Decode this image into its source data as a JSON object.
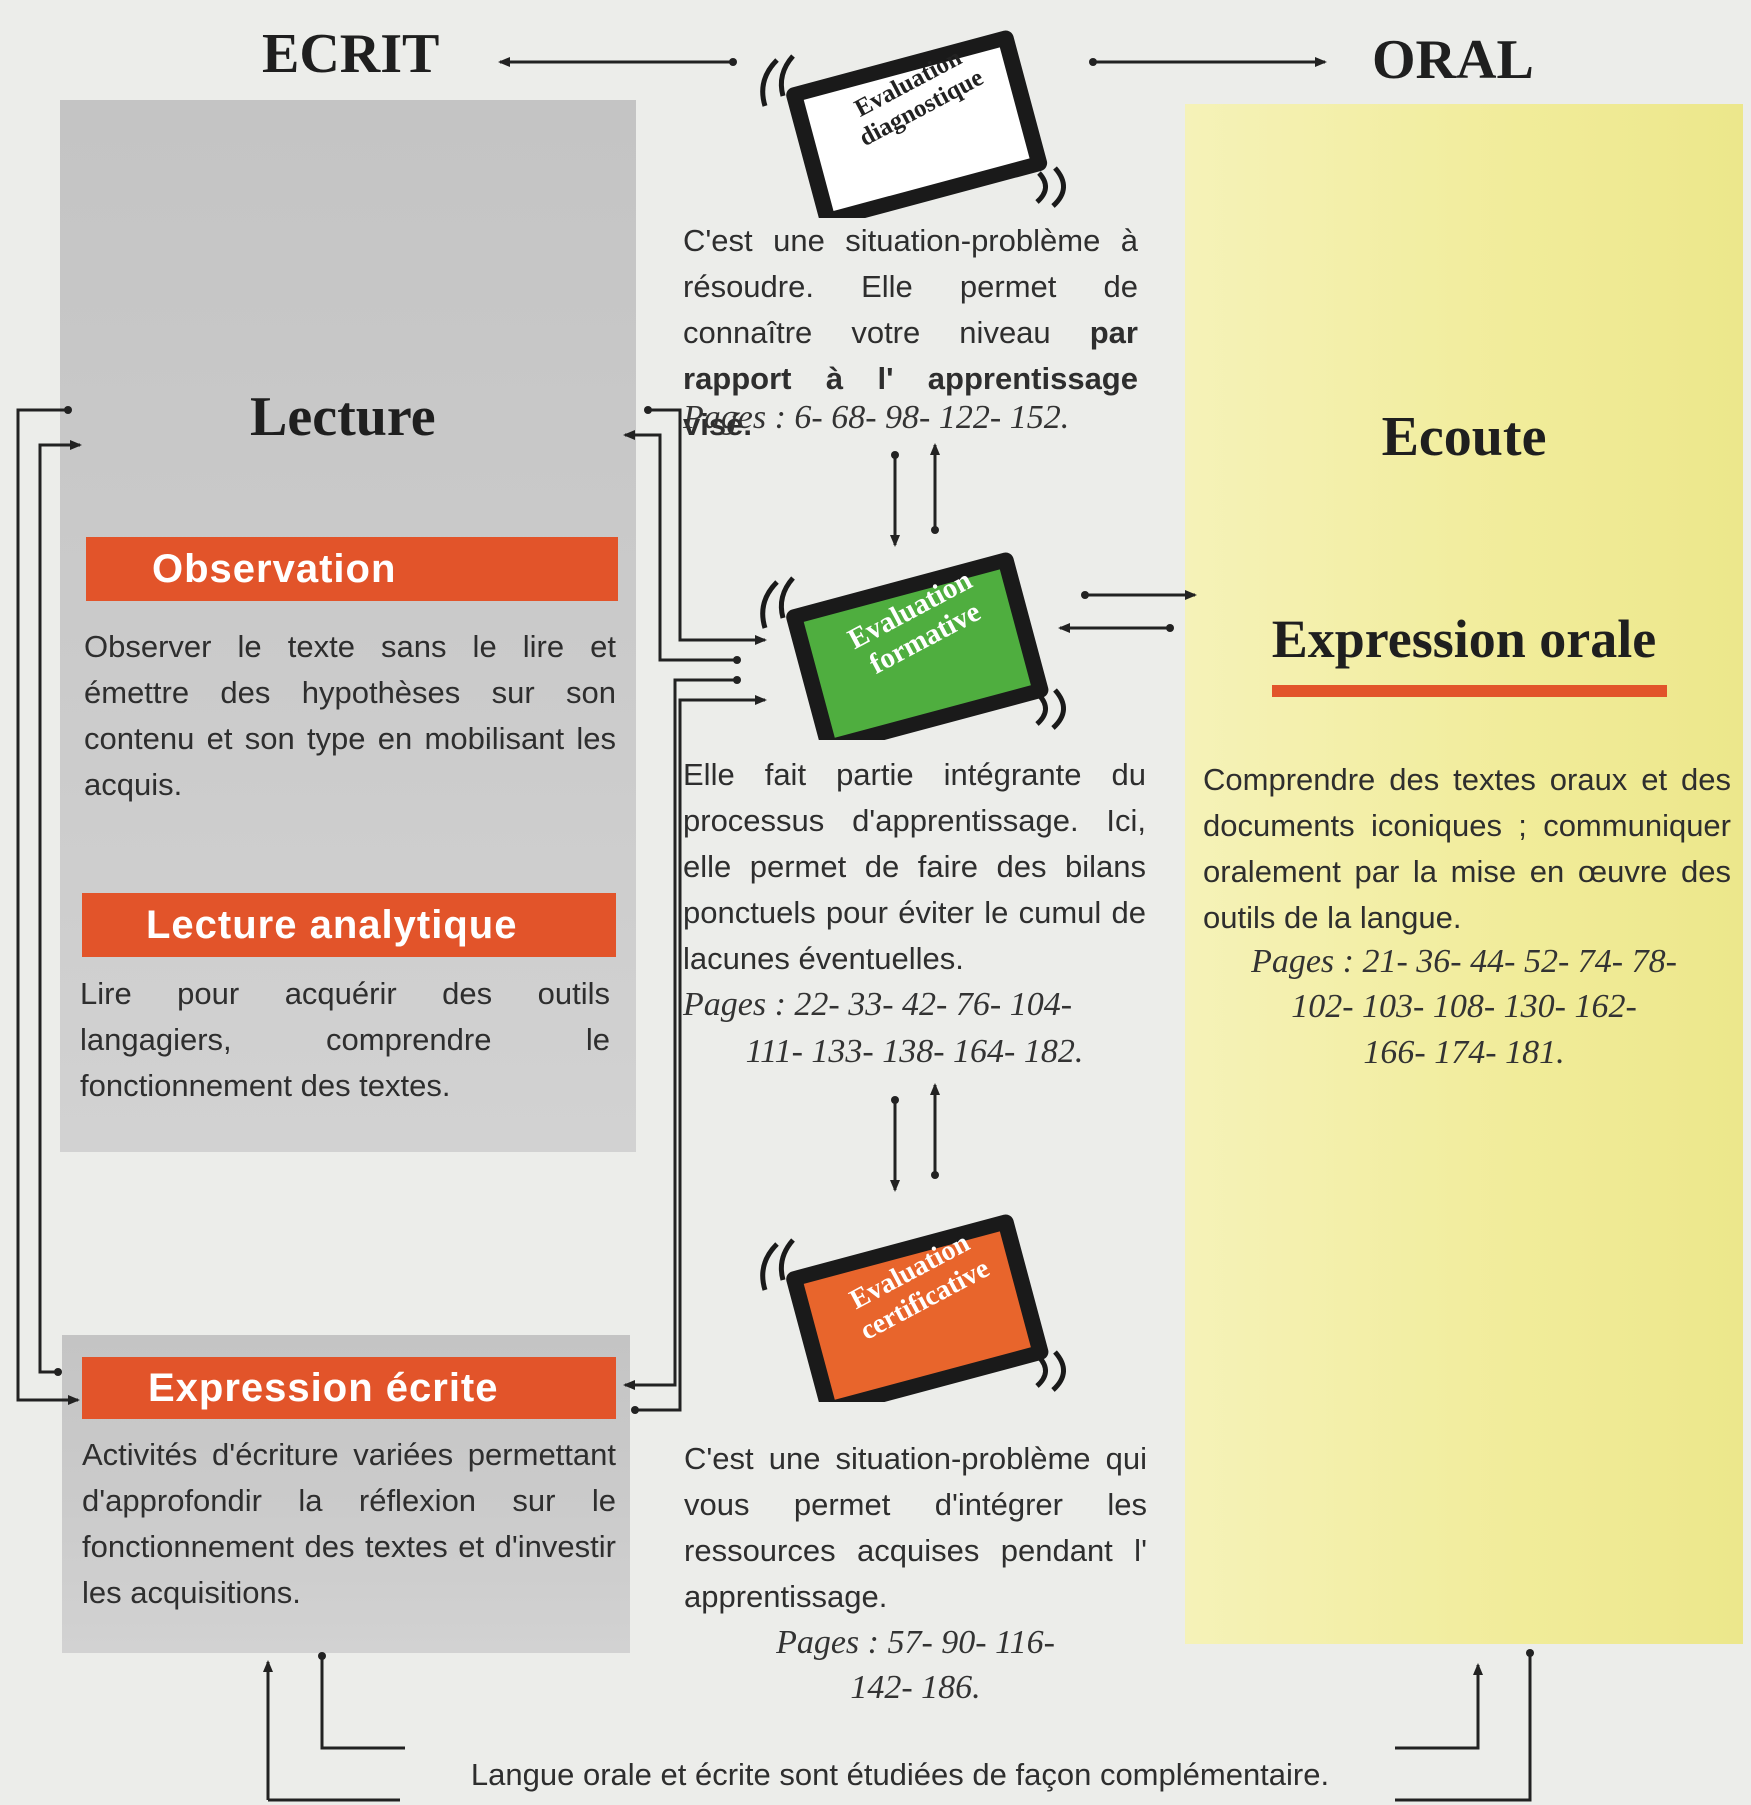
{
  "headings": {
    "left": "ECRIT",
    "right": "ORAL"
  },
  "left_column": {
    "title": "Lecture",
    "observation": {
      "label": "Observation",
      "text": "Observer le texte sans le lire et émettre des hypothèses sur son contenu et son type en mobilisant les acquis."
    },
    "analytique": {
      "label": "Lecture analytique",
      "text": "Lire pour acquérir des outils langagiers, comprendre le fonctionnement des textes."
    },
    "expression": {
      "label": "Expression écrite",
      "text": "Activités d'écriture variées permettant d'approfondir la réflexion sur le fonctionnement des textes et d'investir les acquisitions."
    }
  },
  "middle_column": {
    "diagnostique": {
      "label_line1": "Evaluation",
      "label_line2": "diagnostique",
      "text_plain": "C'est une situation-problème à résoudre. Elle permet de connaître votre niveau",
      "text_bold": "par rapport à l' apprentissage visé.",
      "pages": "Pages : 6- 68- 98- 122- 152."
    },
    "formative": {
      "label_line1": "Evaluation",
      "label_line2": "formative",
      "text": "Elle fait partie intégrante du processus d'apprentissage. Ici, elle permet de faire des bilans ponctuels pour éviter le cumul de lacunes éventuelles.",
      "pages_line1": "Pages : 22- 33- 42- 76- 104-",
      "pages_line2": "111- 133- 138- 164- 182."
    },
    "certificative": {
      "label_line1": "Evaluation",
      "label_line2": "certificative",
      "text": "C'est une situation-problème qui vous permet d'intégrer les ressources acquises pendant l' apprentissage.",
      "pages_line1": "Pages : 57- 90- 116-",
      "pages_line2": "142- 186."
    }
  },
  "right_column": {
    "title": "Ecoute",
    "expression_title": "Expression orale",
    "text": "Comprendre des textes oraux et des documents iconiques ; communiquer oralement par la mise en œuvre des outils de la langue.",
    "pages_line1": "Pages : 21- 36- 44- 52- 74- 78-",
    "pages_line2": "102- 103- 108- 130- 162-",
    "pages_line3": "166- 174- 181."
  },
  "footer": "Langue orale et écrite sont étudiées de façon complémentaire.",
  "colors": {
    "accent_bar": "#e2542a",
    "panel_grey": "#c9c9c9",
    "panel_yellow": "#f1ec9a",
    "badge_diagnostique": "#ffffff",
    "badge_formative": "#4fae3f",
    "badge_certificative": "#e8652c"
  }
}
